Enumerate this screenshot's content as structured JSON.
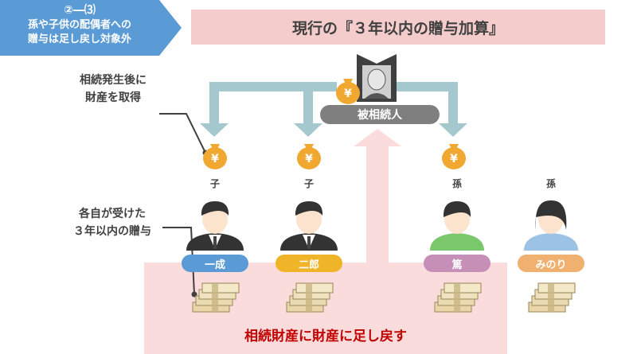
{
  "tag": {
    "number": "②―⑶",
    "line1": "孫や子供の配偶者への",
    "line2": "贈与は足し戻し対象外"
  },
  "title": "現行の『３年以内の贈与加算』",
  "deceased": {
    "label": "被相続人",
    "icon": "yen-moneybag-icon"
  },
  "notes": {
    "acquire_line1": "相続発生後に",
    "acquire_line2": "財産を取得",
    "gift_line1": "各自が受けた",
    "gift_line2": "３年以内の贈与"
  },
  "heirs": [
    {
      "relation": "子",
      "name": "一成",
      "color": "#5b9bd5",
      "receives_inheritance": true,
      "gift_added_back": true
    },
    {
      "relation": "子",
      "name": "二郎",
      "color": "#f0b428",
      "receives_inheritance": true,
      "gift_added_back": true
    },
    {
      "relation": "孫",
      "name": "篤",
      "color": "#c58fb8",
      "receives_inheritance": true,
      "gift_added_back": false
    },
    {
      "relation": "孫",
      "name": "みのり",
      "color": "#f0b070",
      "receives_inheritance": false,
      "gift_added_back": false
    }
  ],
  "result": "相続財産に財産に足し戻す",
  "colors": {
    "arrow_teal": "#a5c8cf",
    "pink_region": "#fbdcdc",
    "result_red": "#c00000",
    "coin_gold": "#f0a830",
    "cash_tan": "#e8d5a8"
  }
}
